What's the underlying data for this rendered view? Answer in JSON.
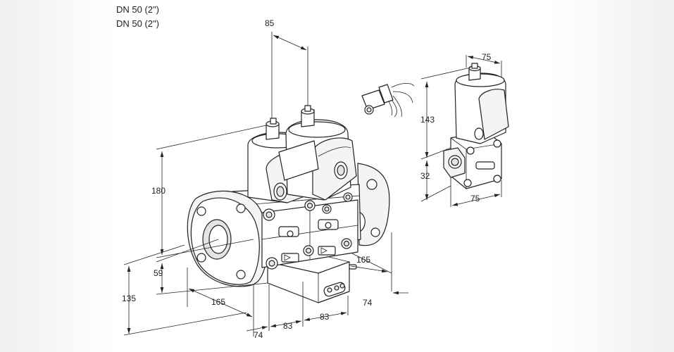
{
  "header": {
    "title_line_1": "DN 50 (2\")",
    "title_line_2": "DN 50 (2\")"
  },
  "dimensions": {
    "d85": "85",
    "d180": "180",
    "d59": "59",
    "d135": "135",
    "d165_left": "165",
    "d165_right": "165",
    "d74_bottom": "74",
    "d74_right": "74",
    "d83_a": "83",
    "d83_b": "83",
    "d75_top": "75",
    "d143": "143",
    "d32": "32",
    "d75_bottom": "75"
  }
}
